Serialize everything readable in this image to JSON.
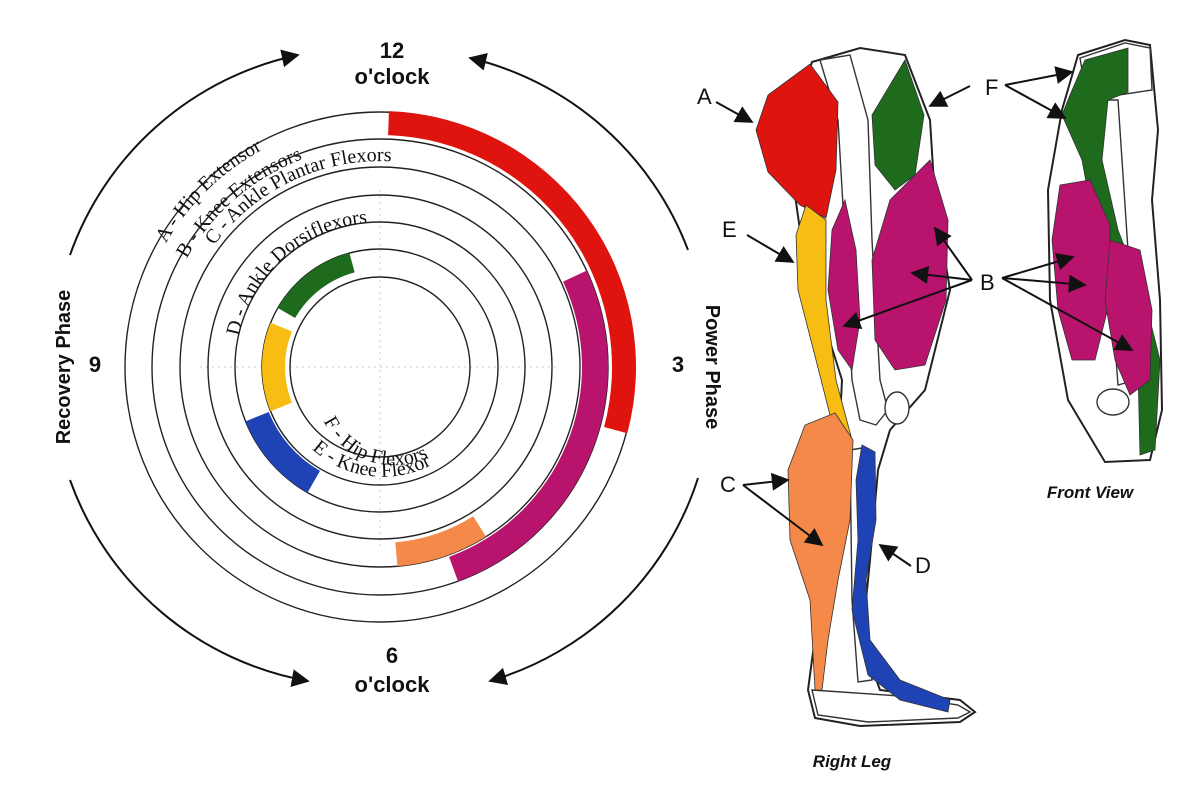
{
  "clock": {
    "twelve_number": "12",
    "twelve_unit": "o'clock",
    "three": "3",
    "six_number": "6",
    "six_unit": "o'clock",
    "nine": "9"
  },
  "phases": {
    "power": "Power Phase",
    "recovery": "Recovery Phase"
  },
  "ring_labels": {
    "a": "A - Hip Extensor",
    "b": "B - Knee Extensors",
    "c": "C - Ankle Plantar Flexors",
    "d": "D - Ankle Dorsiflexors",
    "f": "F - Hip Flexors",
    "e": "E - Knee Flexor"
  },
  "muscle_colors": {
    "hip_extensor": "#e0140f",
    "knee_extensors": "#b8146e",
    "ankle_plantar_flexors": "#f4894a",
    "ankle_dorsiflexors": "#1f43b4",
    "knee_flexor": "#f7bd12",
    "hip_flexors": "#1e6b1e"
  },
  "leg_letters": {
    "a": "A",
    "b": "B",
    "c": "C",
    "d": "D",
    "e": "E",
    "f": "F",
    "b_front": "B"
  },
  "captions": {
    "right_leg": "Right Leg",
    "front_view": "Front View"
  }
}
